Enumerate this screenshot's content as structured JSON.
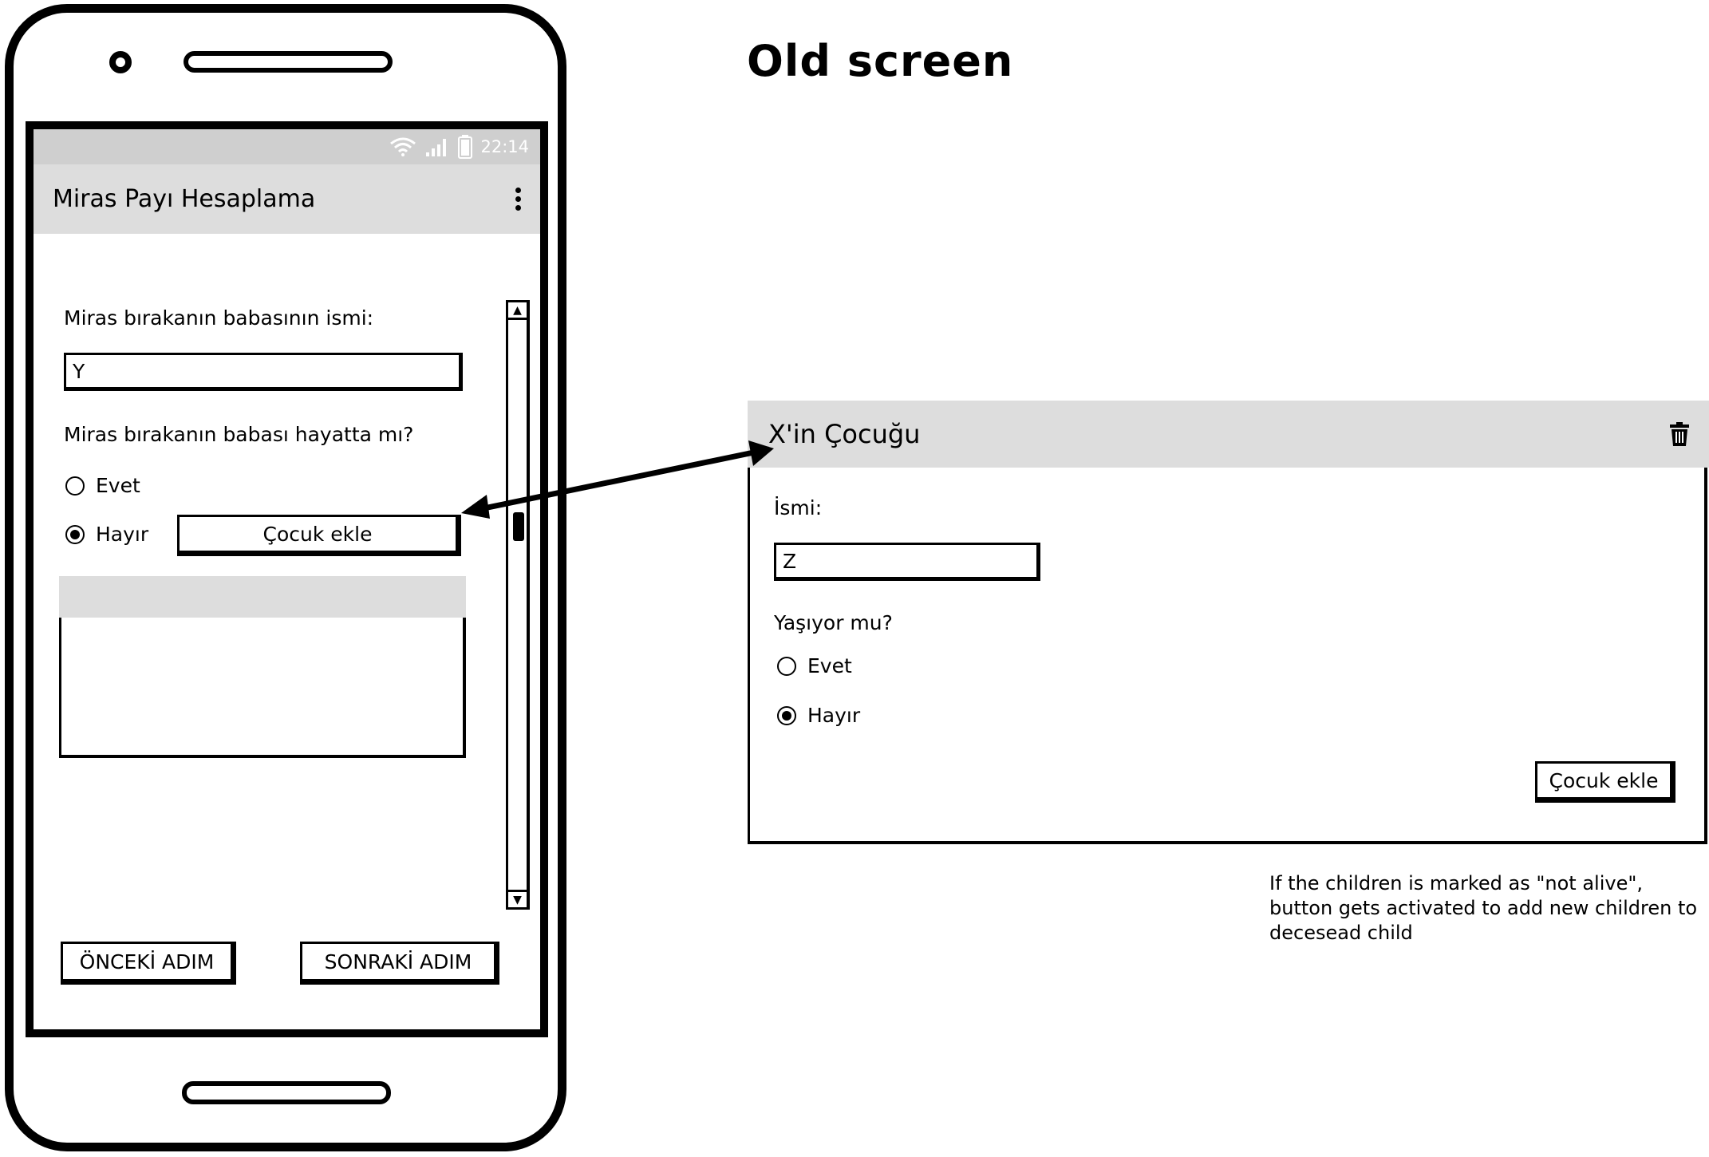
{
  "phone": {
    "status_time": "22:14",
    "app_title": "Miras Payı Hesaplama",
    "father_name_label": "Miras bırakanın babasının ismi:",
    "father_name_value": "Y",
    "father_alive_label": "Miras bırakanın babası hayatta mı?",
    "radio_yes": "Evet",
    "radio_no": "Hayır",
    "radio_selected": "Hayır",
    "add_child_button": "Çocuk ekle",
    "prev_button": "ÖNCEKİ ADIM",
    "next_button": "SONRAKİ ADIM"
  },
  "page_title": "Old screen",
  "child_panel": {
    "title": "X'in Çocuğu",
    "name_label": "İsmi:",
    "name_value": "Z",
    "alive_label": "Yaşıyor mu?",
    "radio_yes": "Evet",
    "radio_no": "Hayır",
    "radio_selected": "Hayır",
    "add_child_button": "Çocuk ekle"
  },
  "note": "If the children is marked as \"not alive\", button gets activated to add new children to decesead child",
  "icons": [
    "wifi-icon",
    "signal-icon",
    "battery-icon",
    "more-vert-icon",
    "trash-icon",
    "scroll-up-icon",
    "scroll-down-icon"
  ],
  "colors": {
    "bar_gray": "#dddddd",
    "status_gray": "#cfcfcf",
    "ink": "#000000"
  }
}
